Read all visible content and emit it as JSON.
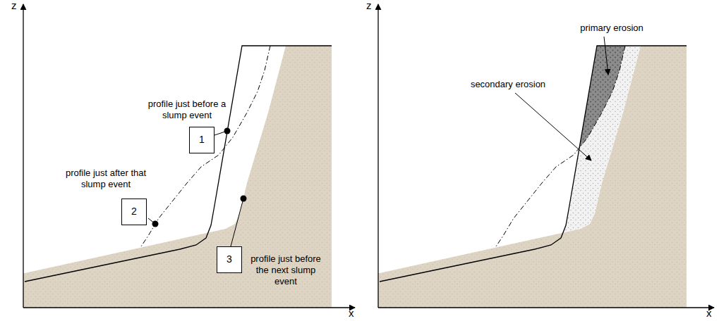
{
  "diagram": {
    "nodes": [
      {
        "text": [
          "1"
        ]
      },
      {
        "text": [
          "2"
        ]
      },
      {
        "text": [
          "3"
        ]
      }
    ],
    "labels": [
      "z",
      "x",
      "profile just before a slump event",
      "profile just after that slump event",
      "profile just before the next slump event",
      "z",
      "x",
      "primary erosion",
      "secondary erosion"
    ]
  }
}
